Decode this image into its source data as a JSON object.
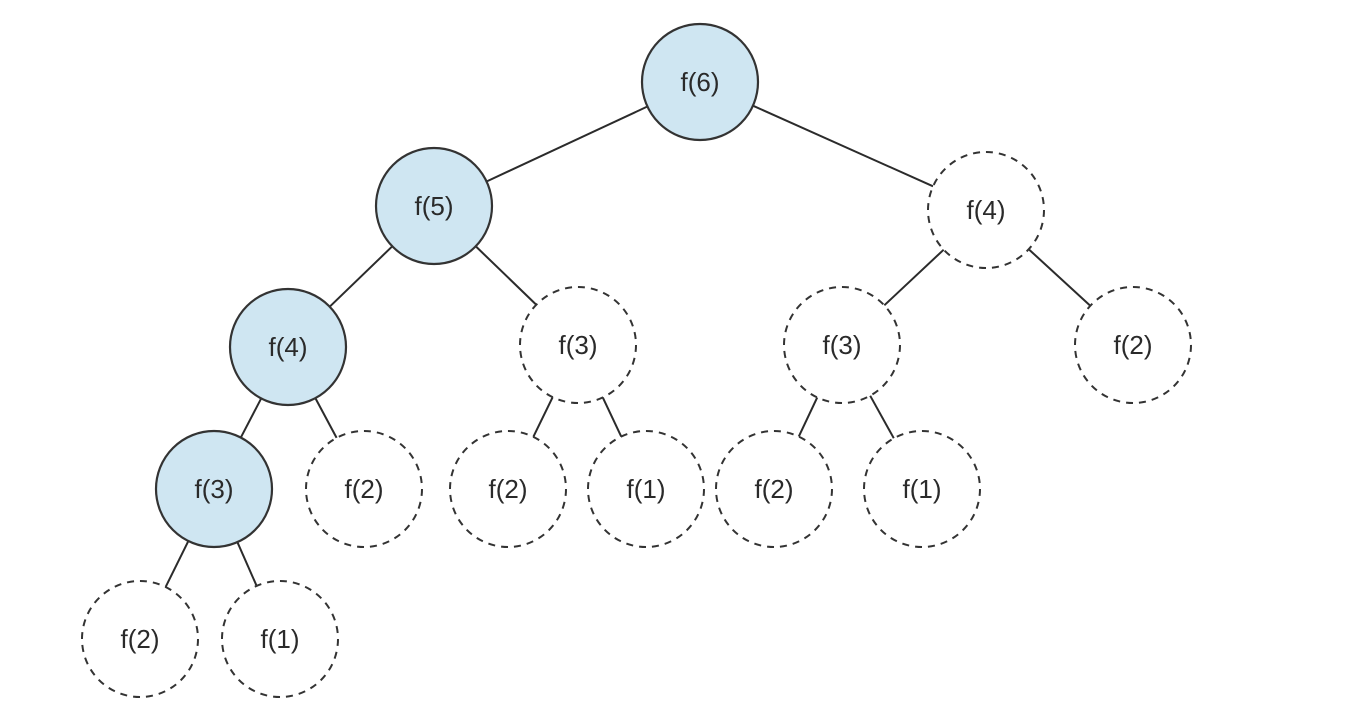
{
  "colors": {
    "computed_fill": "#cfe6f2",
    "edge_stroke": "#2b2b2b",
    "node_stroke": "#333333",
    "label": "#2a2a2a"
  },
  "nodes": [
    {
      "id": "n6",
      "label": "f(6)",
      "computed": true
    },
    {
      "id": "n5",
      "label": "f(5)",
      "computed": true
    },
    {
      "id": "n4r",
      "label": "f(4)",
      "computed": false
    },
    {
      "id": "n4l",
      "label": "f(4)",
      "computed": true
    },
    {
      "id": "n3m",
      "label": "f(3)",
      "computed": false
    },
    {
      "id": "n3r",
      "label": "f(3)",
      "computed": false
    },
    {
      "id": "n2rr",
      "label": "f(2)",
      "computed": false
    },
    {
      "id": "n3l",
      "label": "f(3)",
      "computed": true
    },
    {
      "id": "n2a",
      "label": "f(2)",
      "computed": false
    },
    {
      "id": "n2b",
      "label": "f(2)",
      "computed": false
    },
    {
      "id": "n1b",
      "label": "f(1)",
      "computed": false
    },
    {
      "id": "n2c",
      "label": "f(2)",
      "computed": false
    },
    {
      "id": "n1c",
      "label": "f(1)",
      "computed": false
    },
    {
      "id": "n2d",
      "label": "f(2)",
      "computed": false
    },
    {
      "id": "n1d",
      "label": "f(1)",
      "computed": false
    }
  ],
  "edges": [
    [
      "n6",
      "n5"
    ],
    [
      "n6",
      "n4r"
    ],
    [
      "n5",
      "n4l"
    ],
    [
      "n5",
      "n3m"
    ],
    [
      "n4r",
      "n3r"
    ],
    [
      "n4r",
      "n2rr"
    ],
    [
      "n4l",
      "n3l"
    ],
    [
      "n4l",
      "n2a"
    ],
    [
      "n3m",
      "n2b"
    ],
    [
      "n3m",
      "n1b"
    ],
    [
      "n3r",
      "n2c"
    ],
    [
      "n3r",
      "n1c"
    ],
    [
      "n3l",
      "n2d"
    ],
    [
      "n3l",
      "n1d"
    ]
  ]
}
